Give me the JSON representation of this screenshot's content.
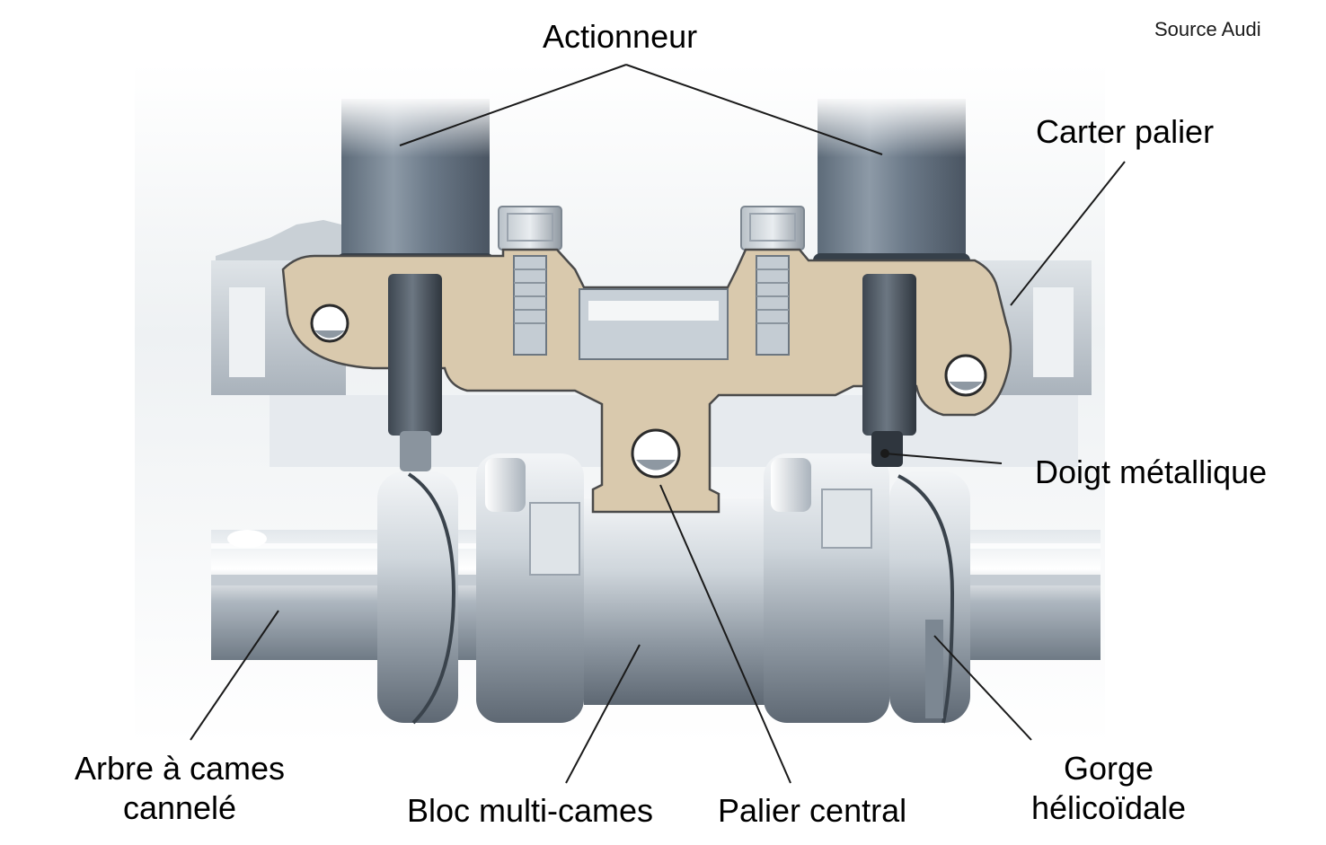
{
  "source_credit": "Source Audi",
  "labels": {
    "actuator": "Actionneur",
    "bearing_housing": "Carter  palier",
    "metal_pin": "Doigt métallique",
    "splined_camshaft_line1": "Arbre à cames",
    "splined_camshaft_line2": "cannelé",
    "multi_cam_block": "Bloc multi-cames",
    "central_bearing": "Palier central",
    "helical_groove_line1": "Gorge",
    "helical_groove_line2": "hélicoïdale"
  },
  "colors": {
    "housing_section": "#d9c9ad",
    "actuator_body": "#6f7e8e",
    "steel": "#b7c0c9",
    "leader_line": "#1a1a1a"
  }
}
